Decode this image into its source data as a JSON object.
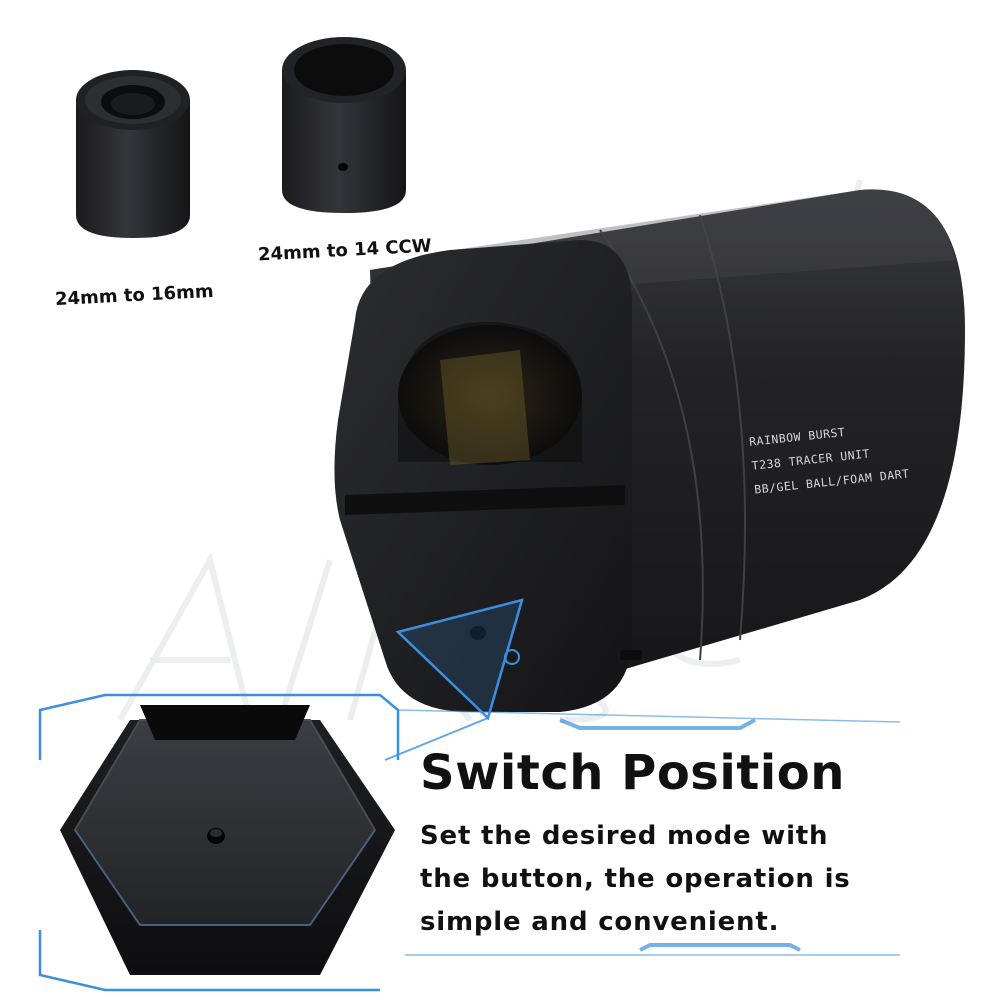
{
  "adapters": {
    "left_label": "24mm to 16mm",
    "right_label": "24mm to 14 CCW"
  },
  "engraving": {
    "line1": "RAINBOW BURST",
    "line2": "T238 TRACER UNIT",
    "line3": "BB/GEL BALL/FOAM DART"
  },
  "callout": {
    "title": "Switch Position",
    "line1": "Set the desired mode with",
    "line2": "the button, the operation is",
    "line3": "simple and convenient."
  },
  "colors": {
    "body": "#1c1c1e",
    "highlight": "#3a3b3f",
    "accent_blue": "#3b8fe0",
    "background": "#ffffff"
  }
}
